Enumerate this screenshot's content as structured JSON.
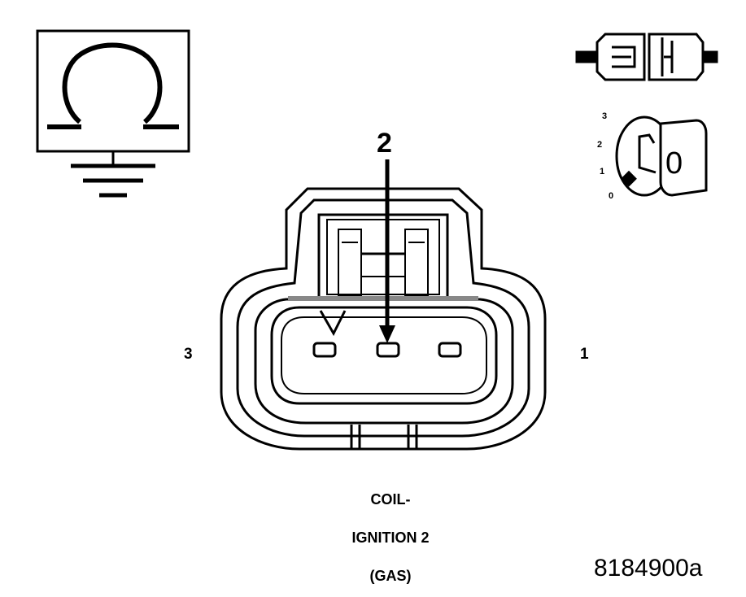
{
  "connector": {
    "pin_left": "3",
    "pin_center": "2",
    "pin_right": "1"
  },
  "caption": {
    "line1": "COIL-",
    "line2": "IGNITION 2",
    "line3": "(GAS)"
  },
  "reference": "8184900a",
  "ignition_switch": {
    "positions": [
      "3",
      "2",
      "1",
      "0"
    ],
    "key_letter": "0"
  },
  "icons": {
    "ohmmeter": "ohm-meter-ground-icon",
    "connector": "disconnected-connector-icon",
    "ignition": "ignition-key-off-icon"
  }
}
